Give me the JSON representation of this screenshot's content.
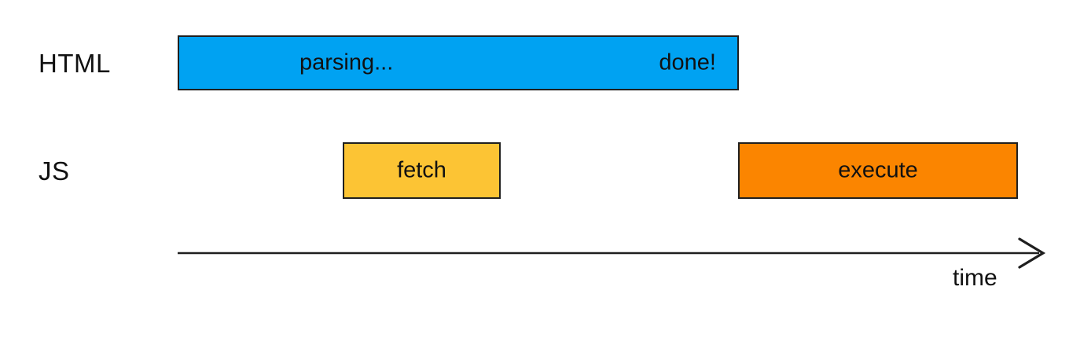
{
  "diagram": {
    "kind": "script-loading-timeline",
    "colors": {
      "background": "#ffffff",
      "border": "#1f1f1f",
      "text": "#111111",
      "parsing_bar": "#00a2f2",
      "fetch_bar": "#fcc434",
      "execute_bar": "#fb8500"
    },
    "rows": {
      "html": {
        "label": "HTML",
        "parsing_bar": {
          "label_left": "parsing...",
          "label_right": "done!"
        }
      },
      "js": {
        "label": "JS",
        "fetch_bar": {
          "label": "fetch"
        },
        "execute_bar": {
          "label": "execute"
        }
      }
    },
    "axis": {
      "label": "time",
      "arrow_style": "chevron-right"
    }
  }
}
